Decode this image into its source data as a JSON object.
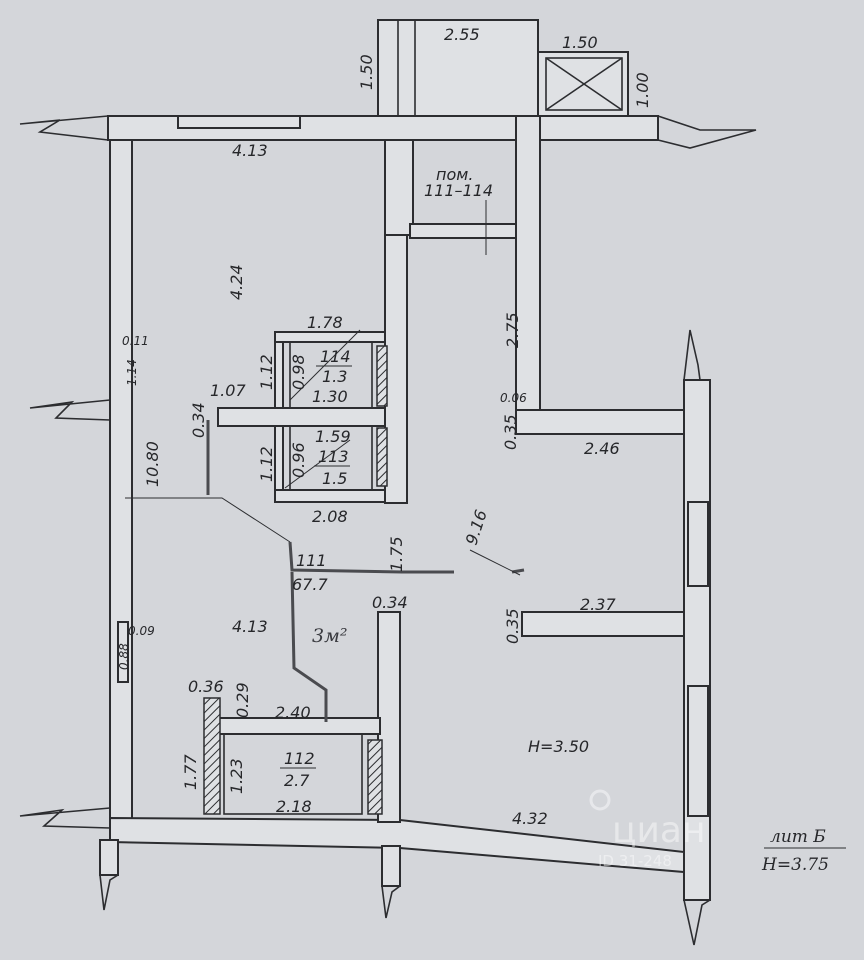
{
  "plan": {
    "premises_label": "пом.",
    "premises_range": "111–114",
    "ceiling_height": "H=3.50",
    "letter_label": "лит Б",
    "letter_height": "H=3.75",
    "handwritten_note": "3м²"
  },
  "rooms": [
    {
      "number": "114",
      "area": "1.3"
    },
    {
      "number": "113",
      "area": "1.5"
    },
    {
      "number": "111",
      "area": "67.7"
    },
    {
      "number": "112",
      "area": "2.7"
    }
  ],
  "dimensions": {
    "d_2_55": "2.55",
    "d_1_50_v": "1.50",
    "d_1_50_h": "1.50",
    "d_1_00": "1.00",
    "d_4_13_top": "4.13",
    "d_4_24": "4.24",
    "d_1_78": "1.78",
    "d_1_12_a": "1.12",
    "d_0_98": "0.98",
    "d_1_30": "1.30",
    "d_1_07": "1.07",
    "d_0_34_a": "0.34",
    "d_1_59": "1.59",
    "d_1_12_b": "1.12",
    "d_0_96": "0.96",
    "d_2_08": "2.08",
    "d_0_11": "0.11",
    "d_1_14": "1.14",
    "d_10_80": "10.80",
    "d_2_75": "2.75",
    "d_0_06": "0.06",
    "d_0_35_a": "0.35",
    "d_2_46": "2.46",
    "d_9_16": "9.16",
    "d_1_75": "1.75",
    "d_0_34_b": "0.34",
    "d_0_35_b": "0.35",
    "d_2_37": "2.37",
    "d_4_13_mid": "4.13",
    "d_0_09": "0.09",
    "d_0_88": "0.88",
    "d_0_36": "0.36",
    "d_0_29": "0.29",
    "d_2_40": "2.40",
    "d_1_77": "1.77",
    "d_1_23": "1.23",
    "d_2_18": "2.18",
    "d_4_32": "4.32"
  },
  "watermark": {
    "brand": "циан",
    "id": "ID 31-248"
  }
}
